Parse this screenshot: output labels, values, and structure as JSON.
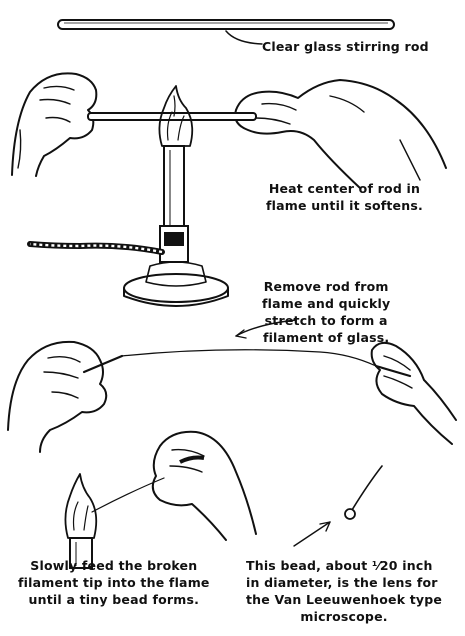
{
  "captions": {
    "rod_label": "Clear glass stirring rod",
    "heat": [
      "Heat center of rod in",
      "flame until it softens."
    ],
    "stretch": [
      "Remove rod from",
      "flame and quickly",
      "stretch to form a",
      "filament of glass."
    ],
    "feed": [
      "Slowly feed the broken",
      "filament tip into the flame",
      "until a tiny bead forms."
    ],
    "bead": [
      "This bead, about ⅟20 inch",
      "in diameter, is the lens for",
      "the Van Leeuwenhoek type",
      "microscope."
    ]
  },
  "icons": [
    "glass-rod-icon",
    "bunsen-burner-icon",
    "flame-icon",
    "hand-icon",
    "glass-bead-icon"
  ],
  "colors": {
    "ink": "#111111",
    "paper": "#ffffff"
  }
}
